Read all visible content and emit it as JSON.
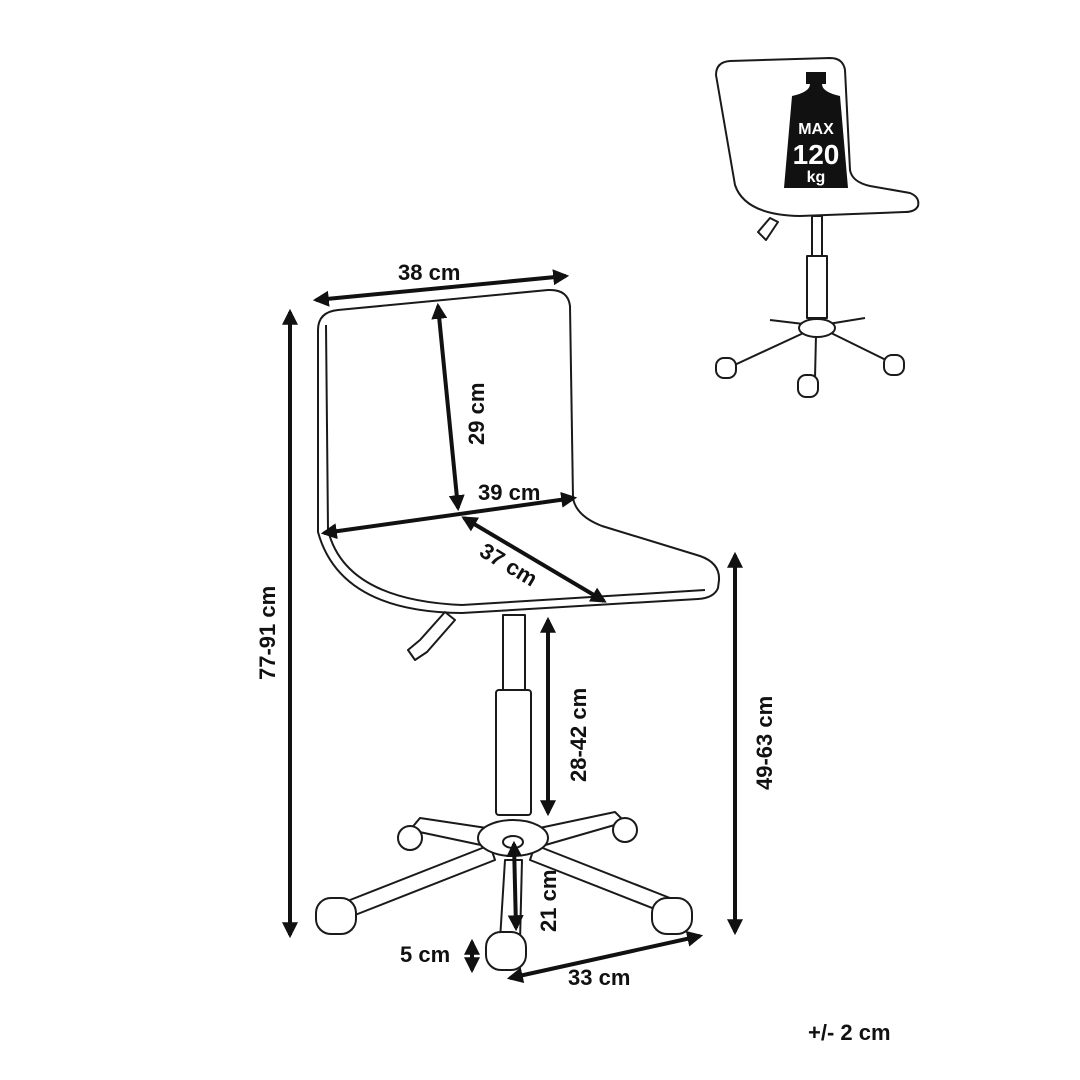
{
  "dimensions": {
    "backrest_width": "38 cm",
    "backrest_height": "29 cm",
    "seat_width": "39 cm",
    "seat_depth": "37 cm",
    "total_height": "77-91 cm",
    "seat_height": "49-63 cm",
    "base_to_seat": "28-42 cm",
    "base_radius": "21 cm",
    "caster_height": "5 cm",
    "leg_spacing": "33 cm"
  },
  "tolerance": "+/- 2 cm",
  "max_load": {
    "line1": "MAX",
    "line2": "120",
    "line3": "kg"
  }
}
